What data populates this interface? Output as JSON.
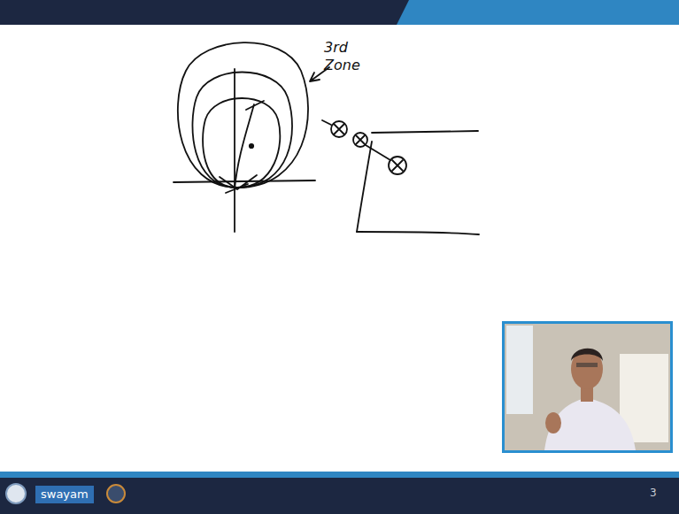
{
  "diagram": {
    "labels": [
      "3rd Zone",
      "swayam",
      "3"
    ]
  }
}
